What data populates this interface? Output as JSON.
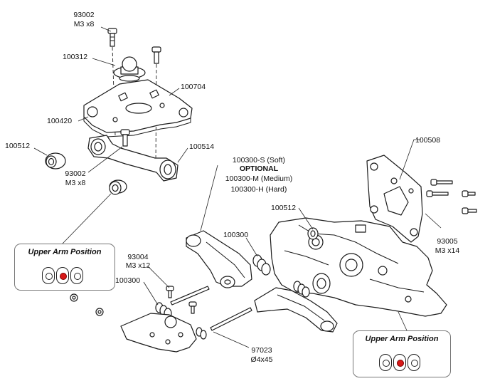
{
  "labels": {
    "p93002_top": "93002",
    "p93002_top_size": "M3 x8",
    "p100312": "100312",
    "p100704": "100704",
    "p100420": "100420",
    "p100512_left": "100512",
    "p100514": "100514",
    "p93002_mid": "93002",
    "p93002_mid_size": "M3 x8",
    "p100300s": "100300-S (Soft)",
    "optional": "OPTIONAL",
    "p100300m": "100300-M (Medium)",
    "p100300h": "100300-H (Hard)",
    "p100508": "100508",
    "p100512_right": "100512",
    "p100300_right": "100300",
    "p93005": "93005",
    "p93005_size": "M3 x14",
    "p93004": "93004",
    "p93004_size": "M3 x12",
    "p100300_left": "100300",
    "p97023": "97023",
    "p97023_size": "Ø4x45"
  },
  "upper_arm_boxes": [
    {
      "title": "Upper Arm Position",
      "selected_hole": 2
    },
    {
      "title": "Upper Arm Position",
      "selected_hole": 2
    }
  ],
  "colors": {
    "selected_hole": "#d81818",
    "line": "#1a1a1a",
    "background": "#ffffff"
  }
}
